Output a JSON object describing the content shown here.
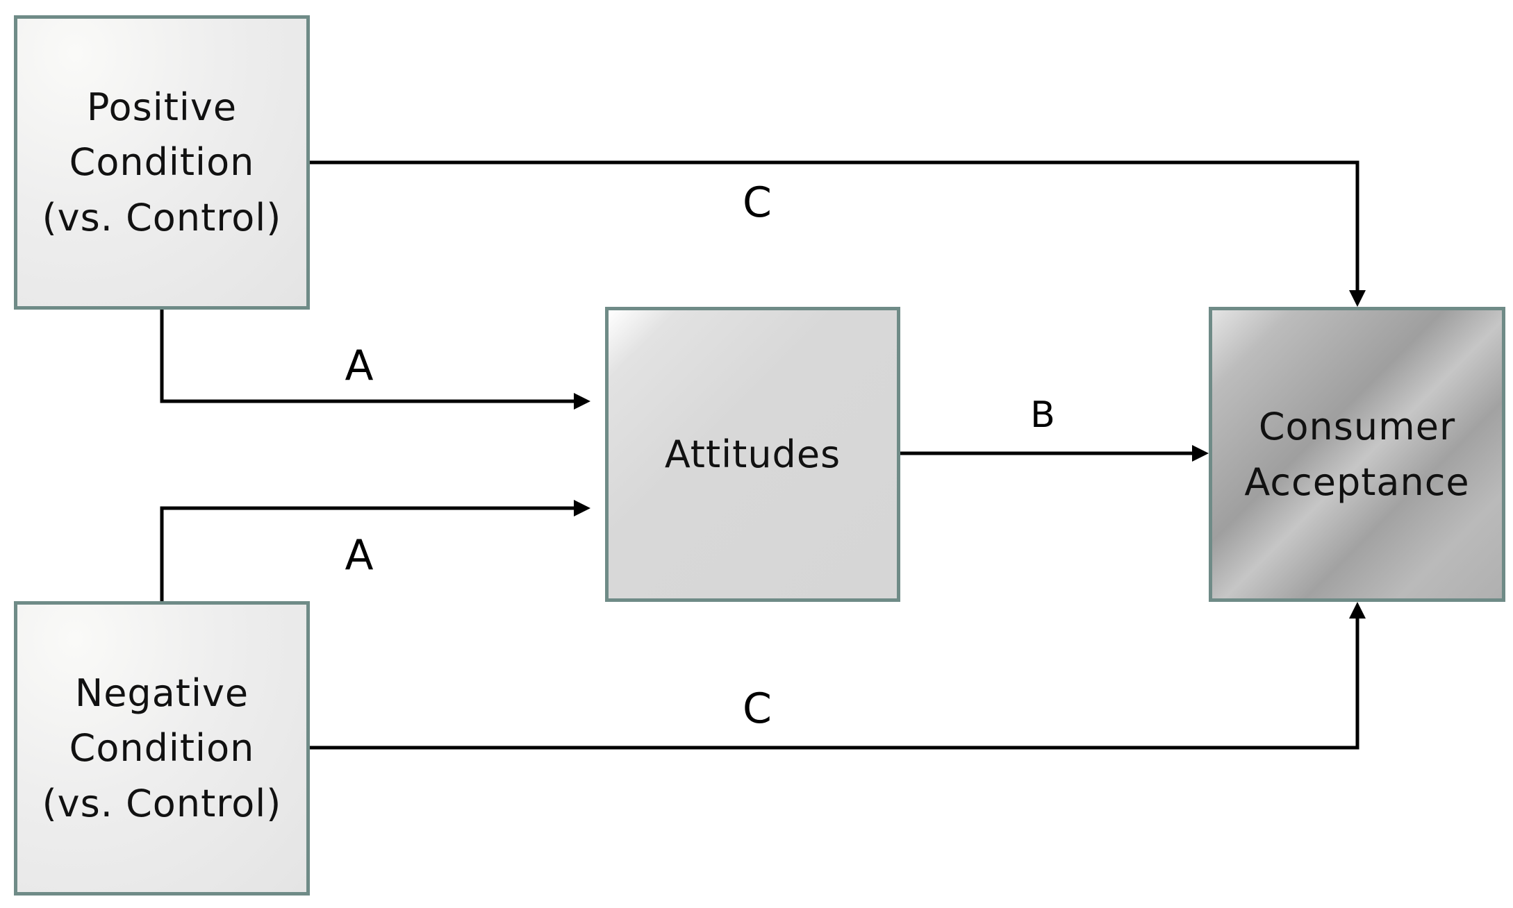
{
  "nodes": {
    "positive": {
      "label": "Positive\nCondition\n(vs. Control)"
    },
    "negative": {
      "label": "Negative\nCondition\n(vs. Control)"
    },
    "attitudes": {
      "label": "Attitudes"
    },
    "consumer": {
      "label": "Consumer\nAcceptance"
    }
  },
  "edges": {
    "a_top": {
      "label": "A"
    },
    "a_bottom": {
      "label": "A"
    },
    "b": {
      "label": "B"
    },
    "c_top": {
      "label": "C"
    },
    "c_bottom": {
      "label": "C"
    }
  },
  "colors": {
    "border": "#6f8b87",
    "line": "#000000"
  }
}
